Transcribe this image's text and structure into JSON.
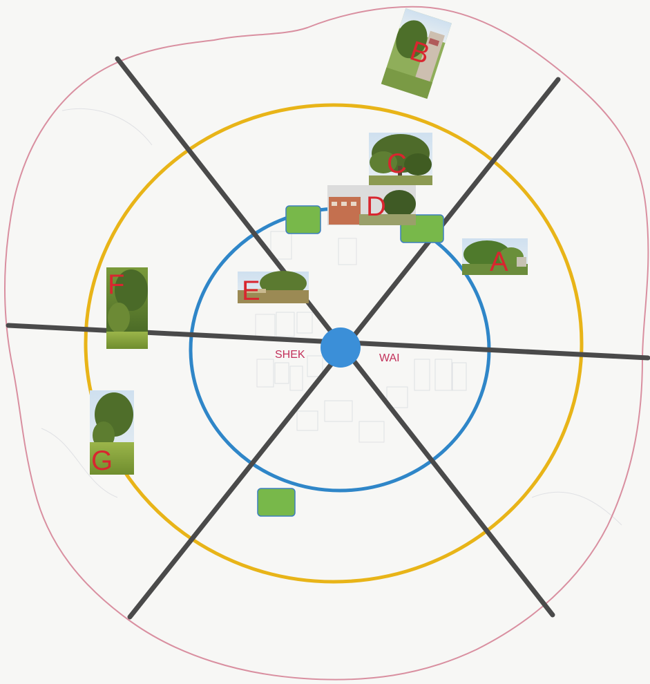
{
  "center": {
    "labels": [
      "SHEK",
      "WAI"
    ]
  },
  "photos": [
    {
      "letter": "A",
      "scene": "tree-canopy"
    },
    {
      "letter": "B",
      "scene": "tree-building"
    },
    {
      "letter": "C",
      "scene": "large-tree"
    },
    {
      "letter": "D",
      "scene": "building-tree"
    },
    {
      "letter": "E",
      "scene": "tree-lawn"
    },
    {
      "letter": "F",
      "scene": "tall-trees"
    },
    {
      "letter": "G",
      "scene": "grass-trees"
    }
  ],
  "colors": {
    "outer_boundary": "#d98fa0",
    "outer_ring": "#e8b418",
    "inner_ring": "#2f86c8",
    "center_dot": "#3b8fd8",
    "axes": "#4a4a4a",
    "green_marker": "#78b84a",
    "letter": "#d8262f",
    "center_label": "#c2305a"
  },
  "icons": {
    "marker": "green-square",
    "photo": "photo-thumbnail"
  }
}
